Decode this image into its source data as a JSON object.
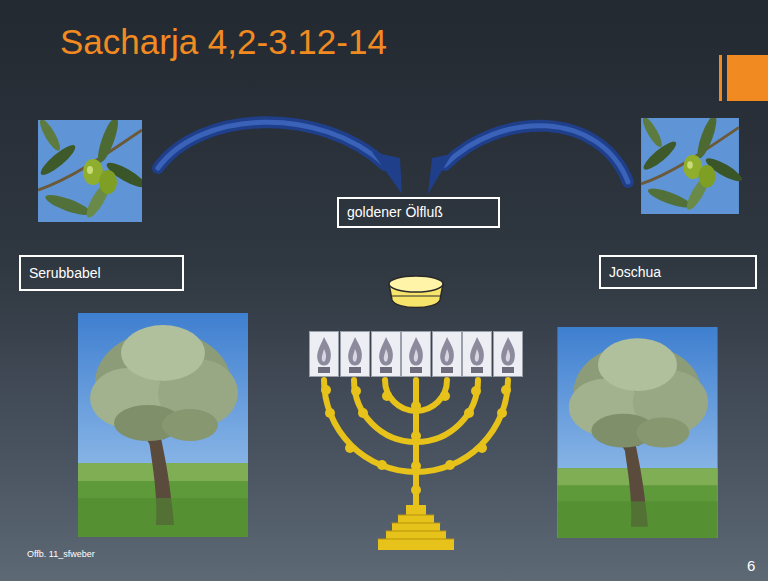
{
  "diagram": {
    "title": "Sacharja 4,2-3.12-14",
    "nodes": [
      {
        "text": [
          "goldener Ölfluß"
        ]
      },
      {
        "text": [
          "Serubbabel"
        ]
      },
      {
        "text": [
          "Joschua"
        ]
      }
    ],
    "labels": [
      "Offb. 11_sfweber",
      "6"
    ]
  }
}
